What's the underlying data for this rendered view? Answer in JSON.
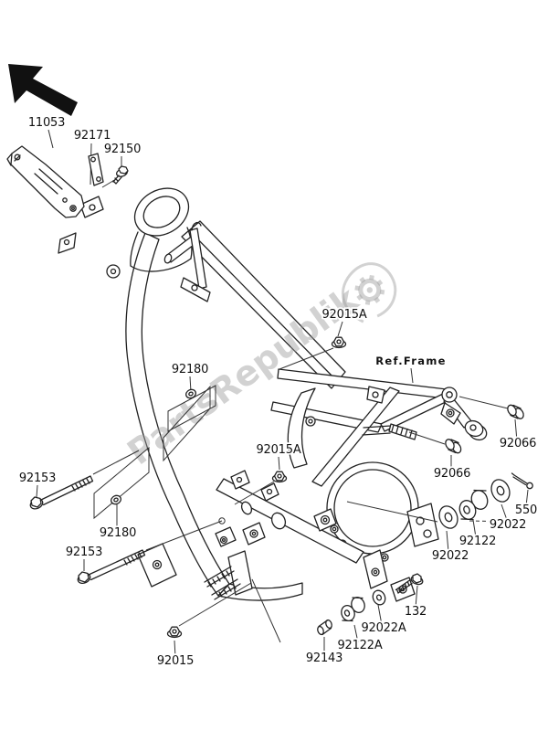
{
  "watermark": {
    "text": "PartsRepublik",
    "logo": "gear-icon",
    "color": "#9c9c9c"
  },
  "diagram": {
    "ink": "#222222",
    "ref_label": "Ref.Frame",
    "parts": [
      {
        "id": "11053",
        "label": "11053"
      },
      {
        "id": "92171",
        "label": "92171"
      },
      {
        "id": "92150",
        "label": "92150"
      },
      {
        "id": "92015A-upper",
        "label": "92015A"
      },
      {
        "id": "92180-upper",
        "label": "92180"
      },
      {
        "id": "92066-right",
        "label": "92066"
      },
      {
        "id": "92015A-lower",
        "label": "92015A"
      },
      {
        "id": "92066-left",
        "label": "92066"
      },
      {
        "id": "92153-upper",
        "label": "92153"
      },
      {
        "id": "550",
        "label": "550"
      },
      {
        "id": "92022-right",
        "label": "92022"
      },
      {
        "id": "92180-lower",
        "label": "92180"
      },
      {
        "id": "92122",
        "label": "92122"
      },
      {
        "id": "92153-lower",
        "label": "92153"
      },
      {
        "id": "92022-left",
        "label": "92022"
      },
      {
        "id": "132",
        "label": "132"
      },
      {
        "id": "92022A",
        "label": "92022A"
      },
      {
        "id": "92122A",
        "label": "92122A"
      },
      {
        "id": "92143",
        "label": "92143"
      },
      {
        "id": "92015",
        "label": "92015"
      }
    ]
  }
}
